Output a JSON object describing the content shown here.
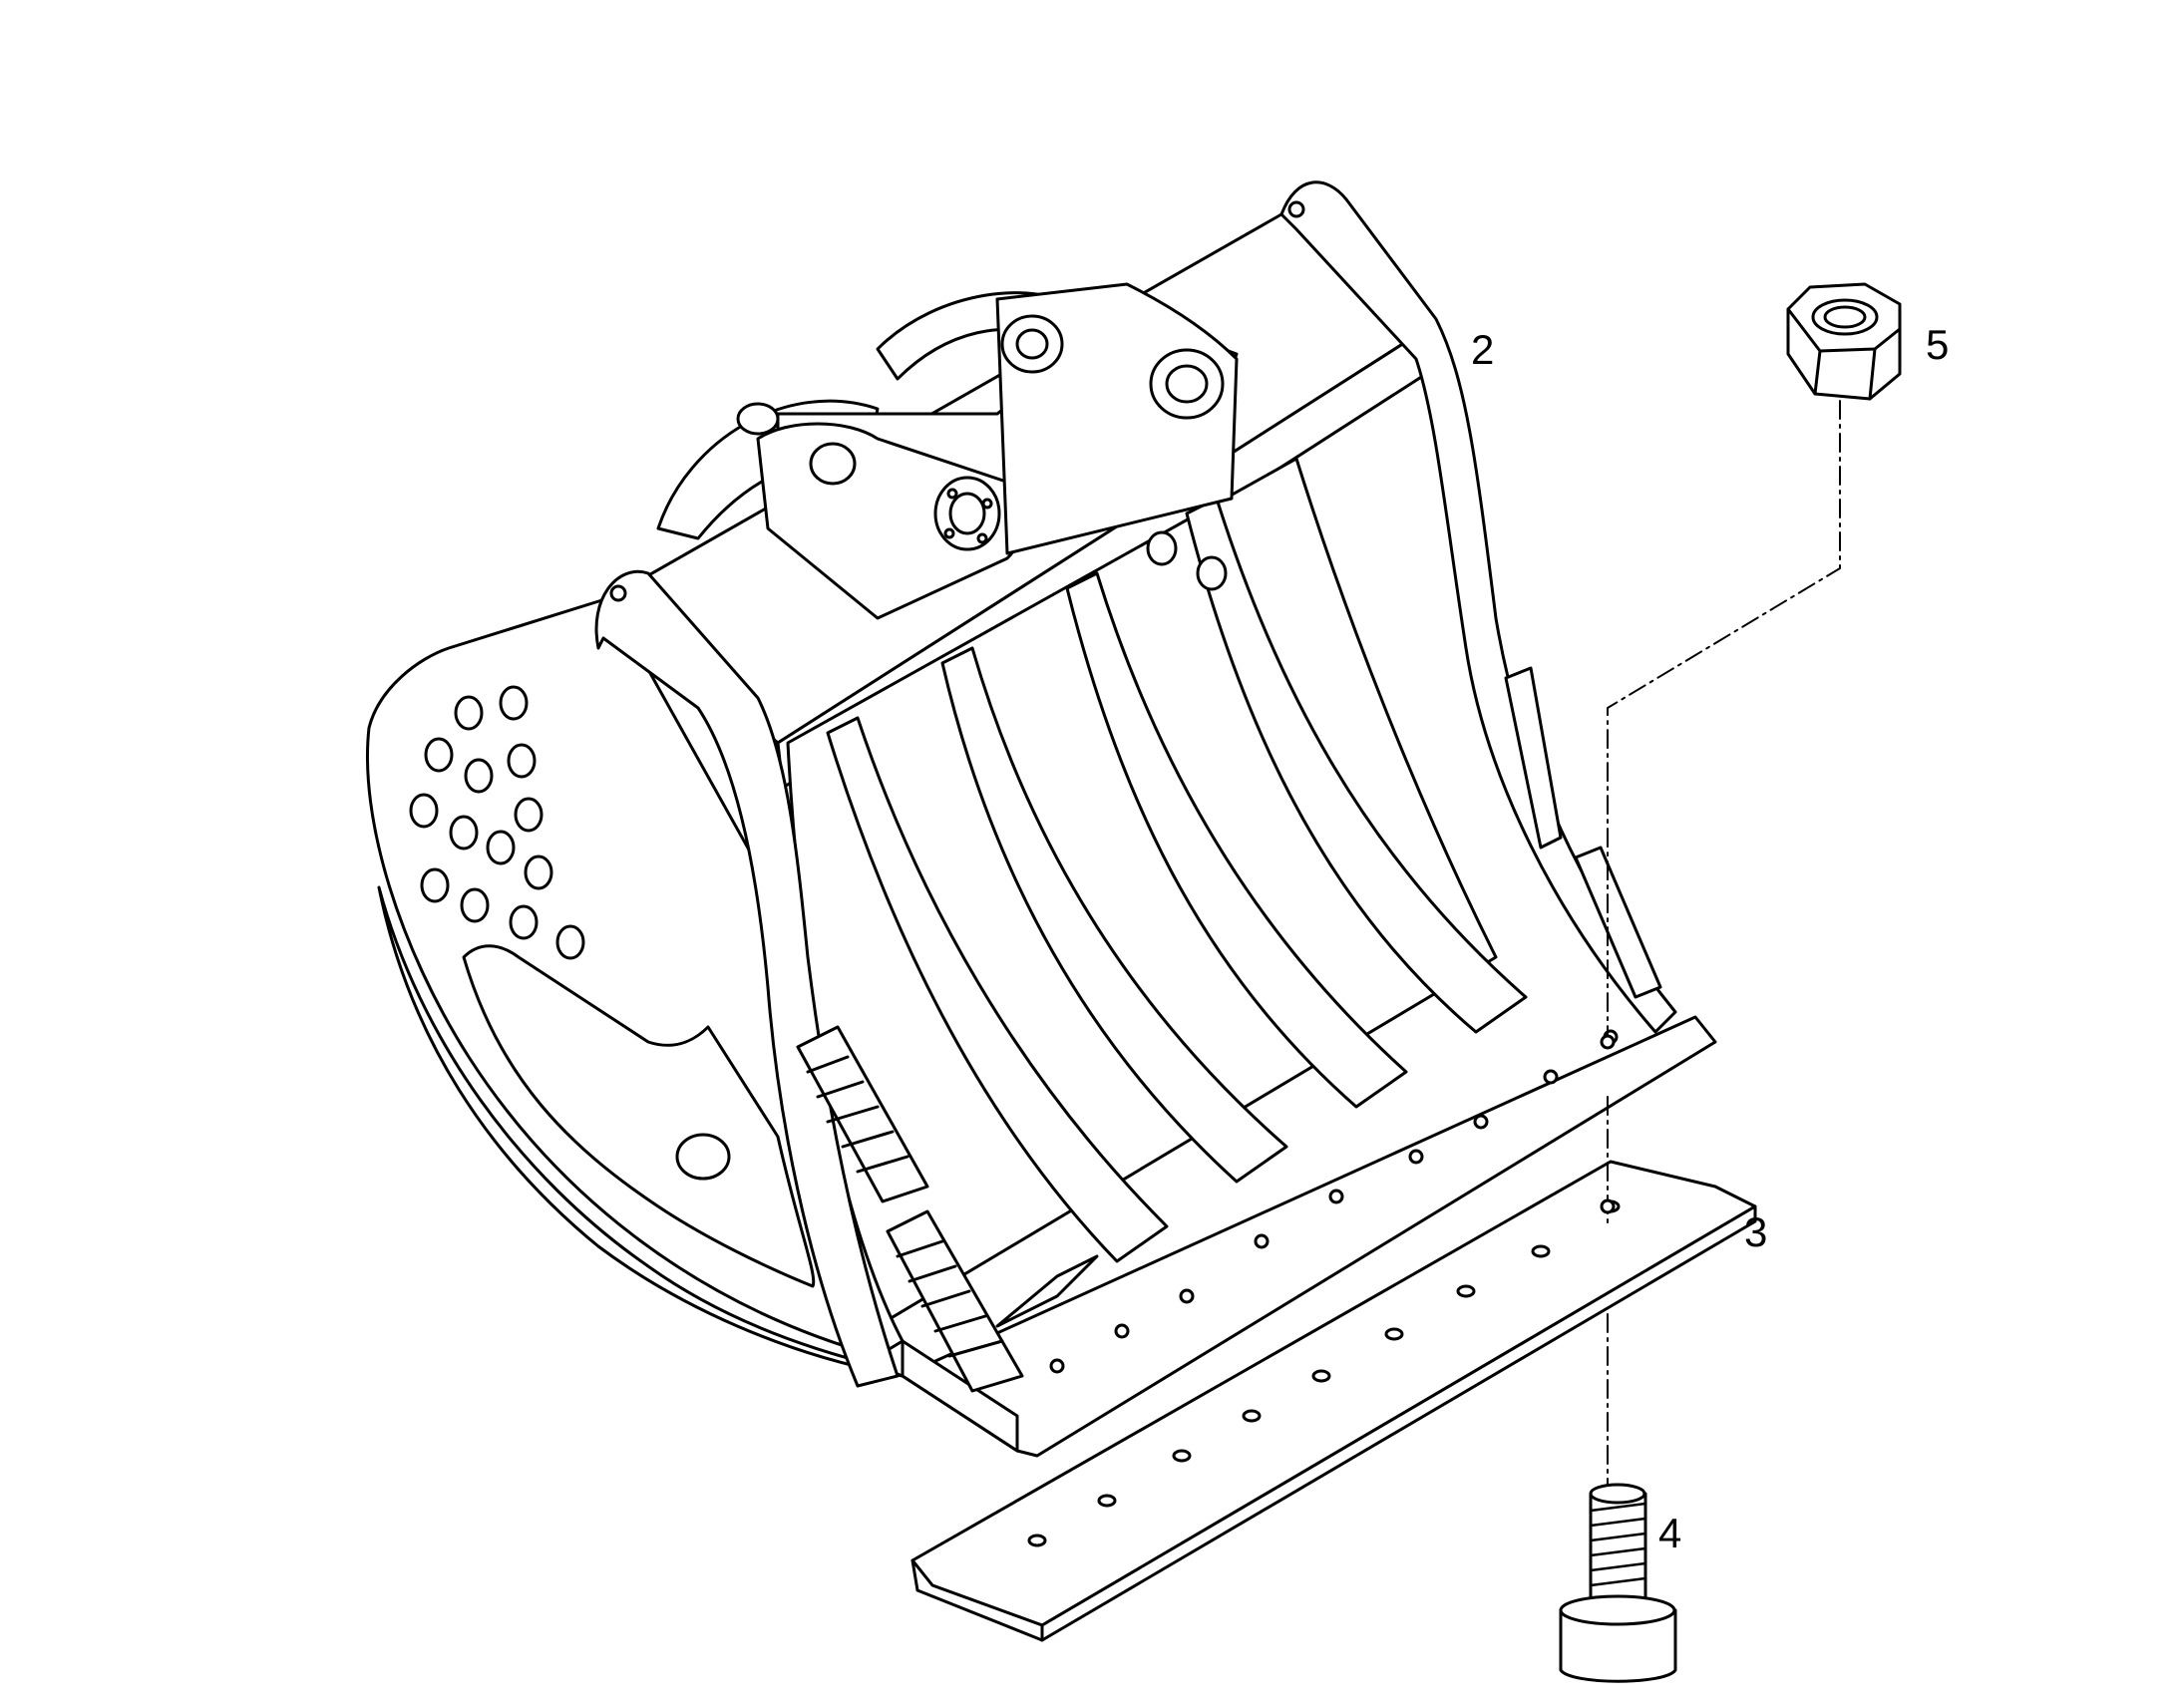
{
  "callouts": {
    "bucket": "2",
    "cutting_edge": "3",
    "bolt": "4",
    "nut": "5"
  },
  "colors": {
    "line": "#000000",
    "fill": "#ffffff"
  }
}
